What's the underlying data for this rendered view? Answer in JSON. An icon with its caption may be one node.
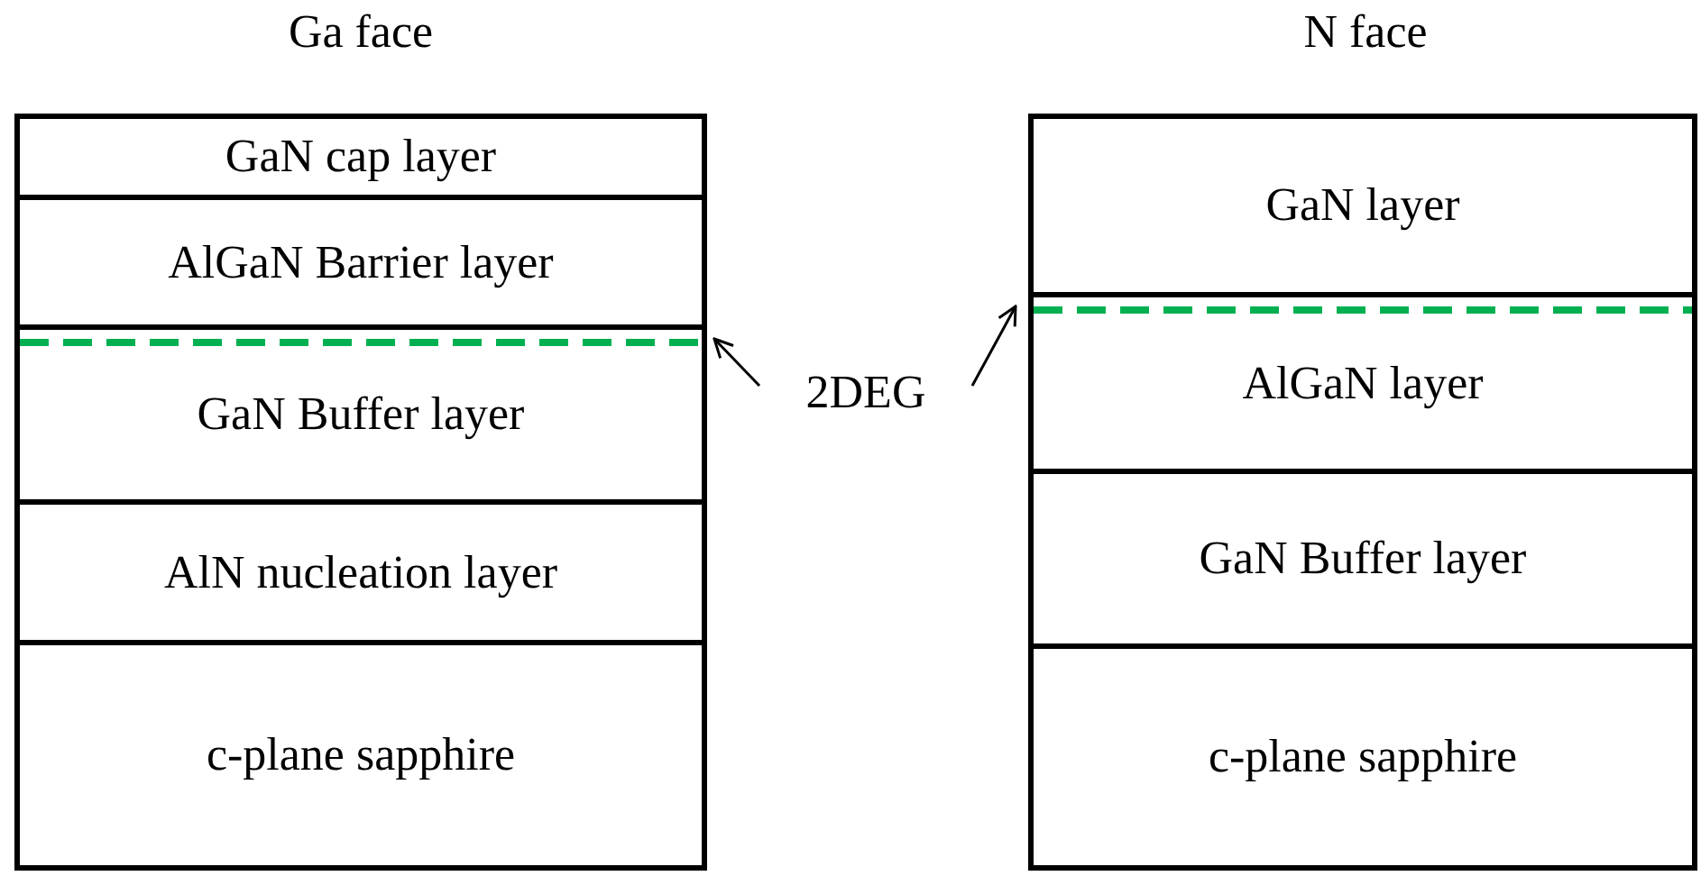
{
  "diagram": {
    "nodes": [
      {
        "text": [
          "GaN cap layer"
        ]
      },
      {
        "text": [
          "AlGaN Barrier layer"
        ]
      },
      {
        "text": [
          "GaN Buffer layer"
        ]
      },
      {
        "text": [],
        "shape": "line",
        "in": 2
      },
      {
        "text": [
          "AlN nucleation layer"
        ]
      },
      {
        "text": [
          "c-plane sapphire"
        ]
      },
      {
        "text": [
          "2DEG"
        ]
      },
      {
        "text": [
          "GaN layer"
        ]
      },
      {
        "text": [
          "AlGaN layer"
        ]
      },
      {
        "text": [],
        "shape": "line",
        "in": 8
      },
      {
        "text": [
          "GaN Buffer layer"
        ]
      },
      {
        "text": [
          "c-plane sapphire"
        ]
      }
    ],
    "edges": [
      {
        "from": 6,
        "to": 3,
        "arrow": "to"
      },
      {
        "from": 6,
        "to": 9,
        "arrow": "to"
      }
    ],
    "labels": [
      "Ga face",
      "N face"
    ]
  }
}
